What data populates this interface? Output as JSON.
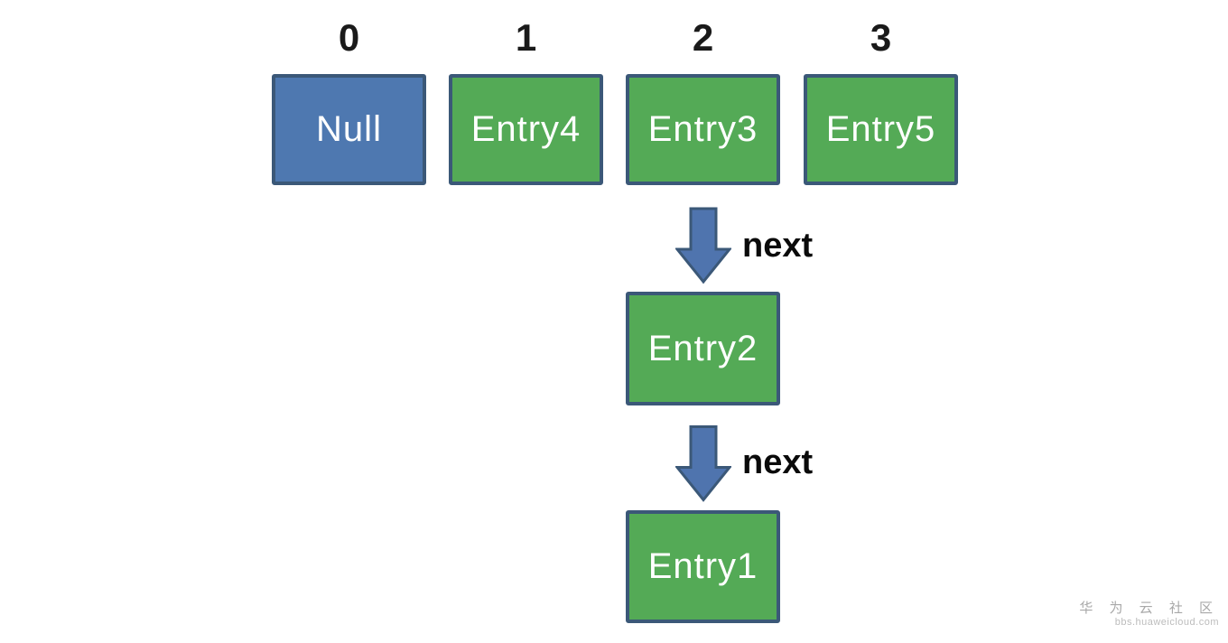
{
  "diagram": {
    "title": "hashmap-bucket-linked-list",
    "buckets": [
      {
        "index": "0",
        "label": "Null",
        "kind": "null"
      },
      {
        "index": "1",
        "label": "Entry4",
        "kind": "entry"
      },
      {
        "index": "2",
        "label": "Entry3",
        "kind": "entry"
      },
      {
        "index": "3",
        "label": "Entry5",
        "kind": "entry"
      }
    ],
    "chain": [
      {
        "arrow_label": "next",
        "label": "Entry2"
      },
      {
        "arrow_label": "next",
        "label": "Entry1"
      }
    ]
  },
  "watermark": {
    "community": "华 为 云 社 区",
    "site": "bbs.huaweicloud.com"
  },
  "colors": {
    "entry_fill": "#54aa56",
    "null_fill": "#4e78b0",
    "box_border": "#3b5878",
    "arrow_fill": "#4f74ae",
    "arrow_border": "#3b5878",
    "box_text": "#ffffff",
    "label_text": "#000000",
    "watermark_text": "#a8a8a8"
  }
}
